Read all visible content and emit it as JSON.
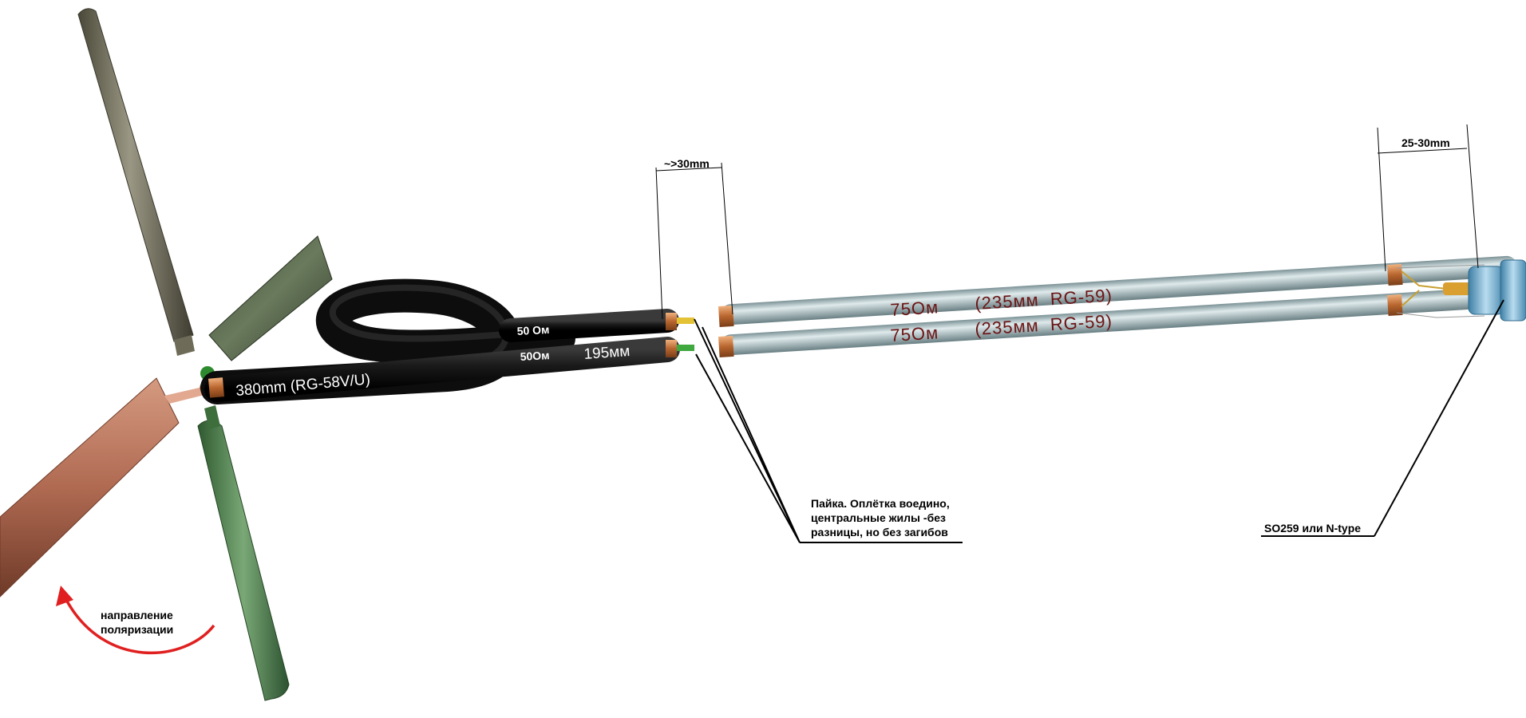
{
  "diagram": {
    "dimensions": {
      "braid_gap": "~>30mm",
      "connector_gap": "25-30mm"
    },
    "cables": {
      "top_short_50": "50 Ом",
      "bottom_short_50": "50Ом",
      "bottom_length": "195мм",
      "loop_cable": "380mm (RG-58V/U)",
      "cable_75_top_imp": "75Ом",
      "cable_75_top_len": "(235мм  RG-59)",
      "cable_75_bottom_imp": "75Ом",
      "cable_75_bottom_len": "(235мм  RG-59)"
    },
    "notes": {
      "solder_line1": "Пайка. Оплётка воедино,",
      "solder_line2": "центральные жилы -без",
      "solder_line3": "разницы, но без загибов",
      "connector": "SO259 или N-type",
      "polarization_line1": "направление",
      "polarization_line2": "поляризации"
    },
    "colors": {
      "black_cable": "#1c1c1c",
      "cable_75": "#9fb4b8",
      "copper": "#c47a45",
      "element_olive": "#6f6c58",
      "element_green": "#4e7a4c",
      "element_copper": "#b06a52",
      "arrow_red": "#e02020",
      "connector_blue": "#6fa8c8"
    }
  }
}
